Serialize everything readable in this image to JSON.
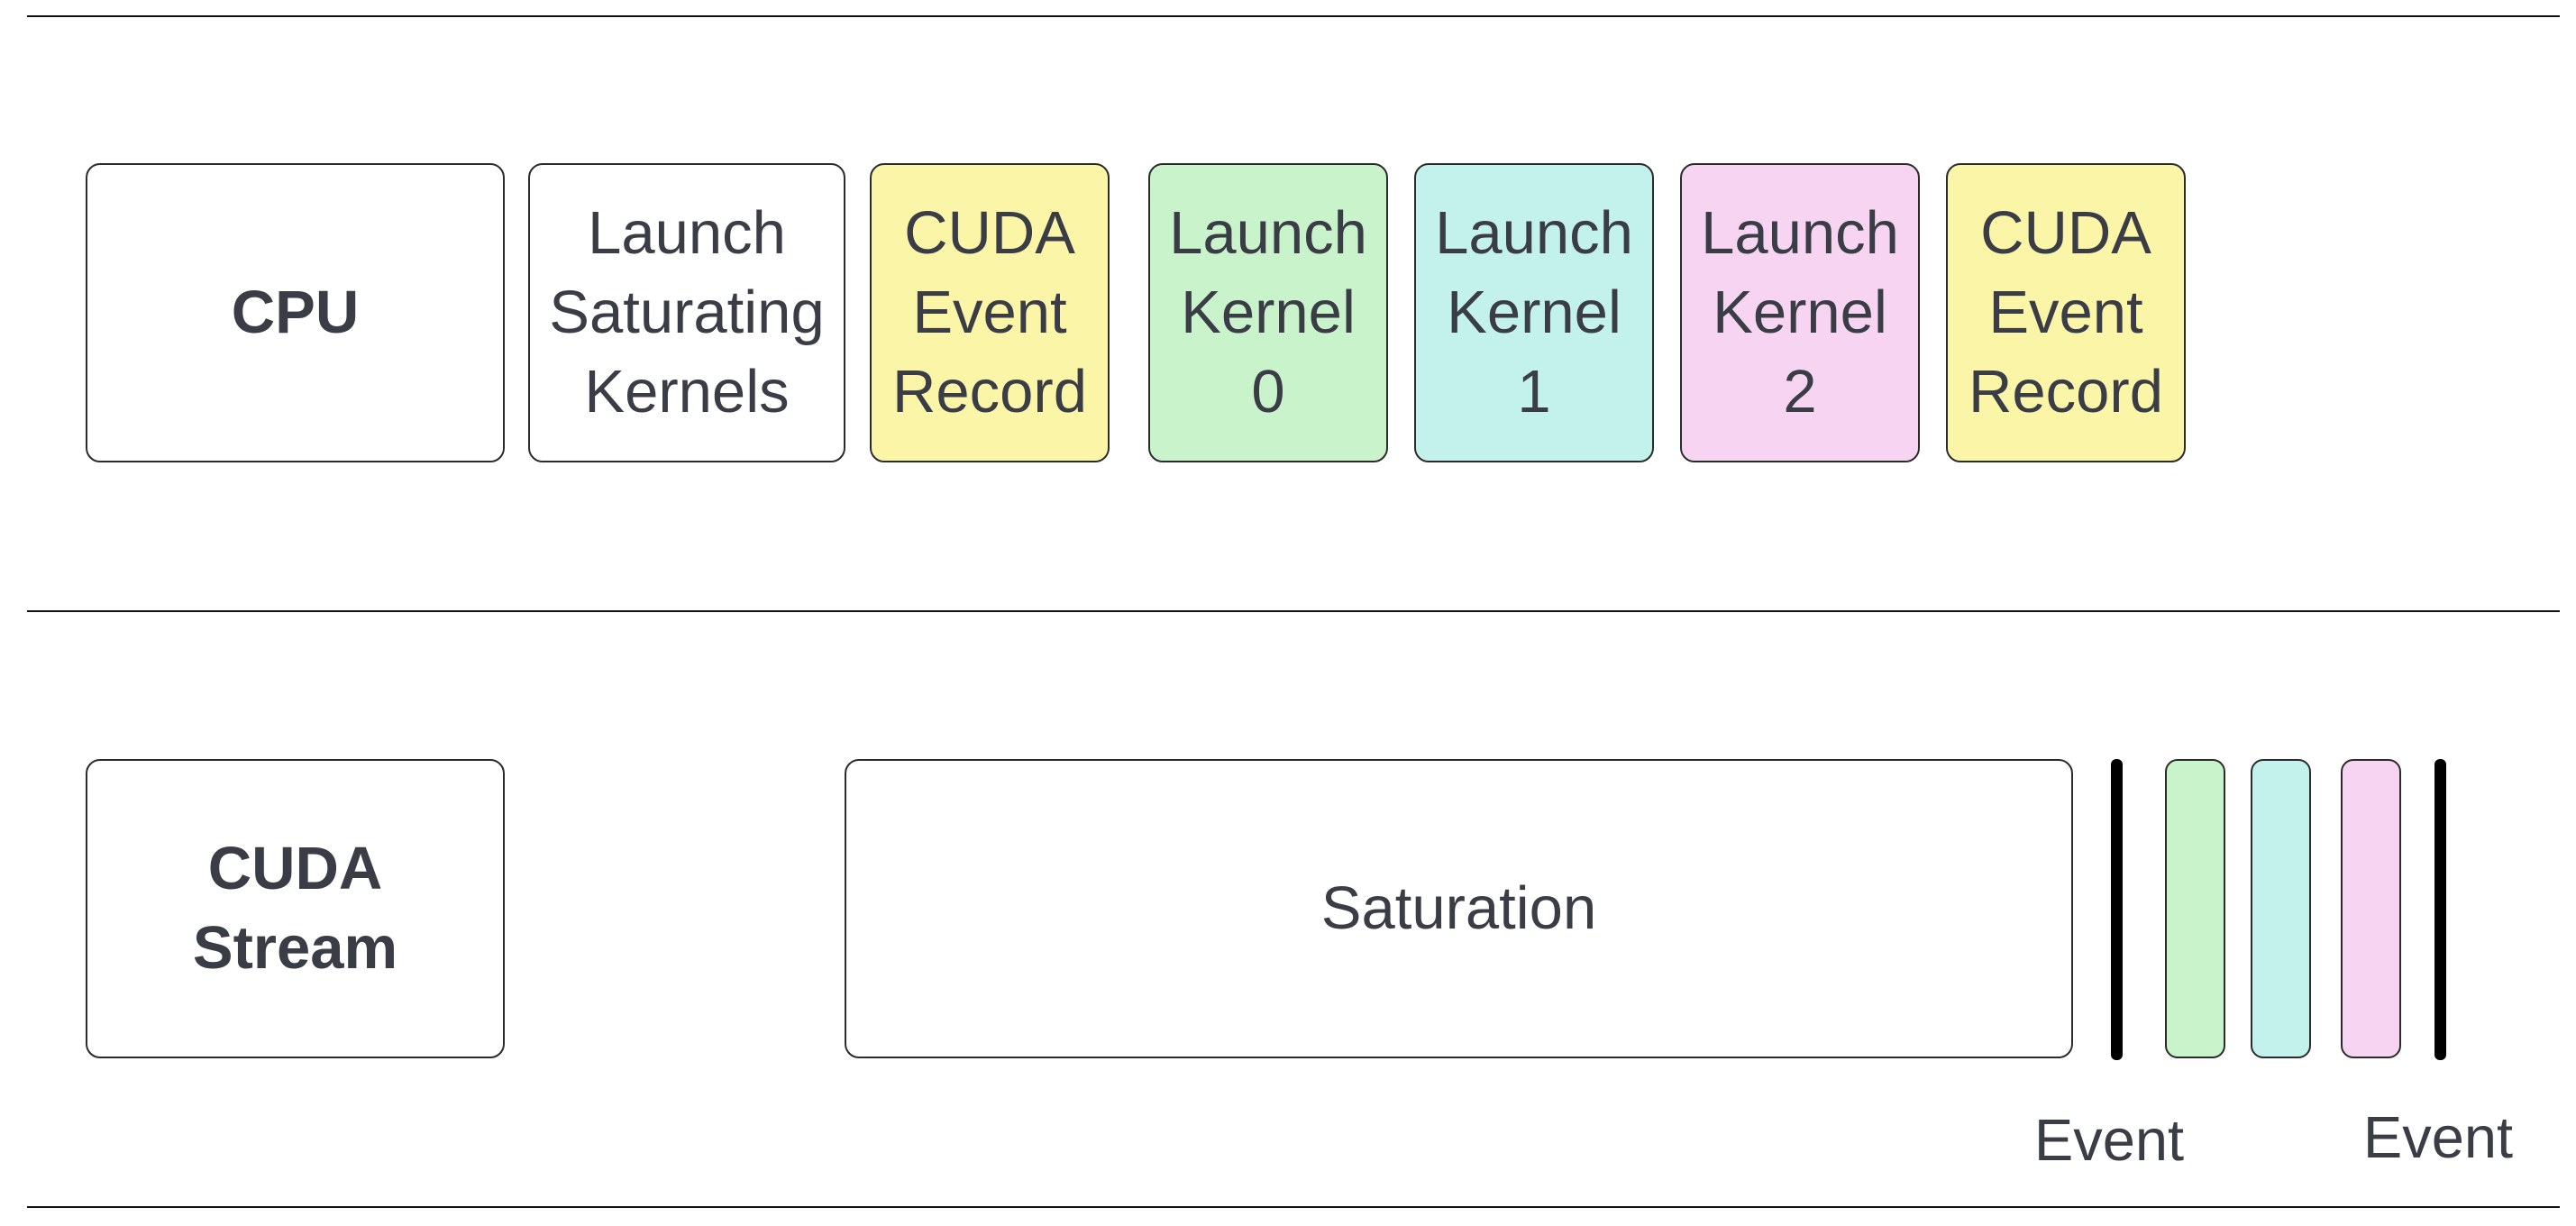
{
  "colors": {
    "white": "#ffffff",
    "yellow": "#fbf5a8",
    "green": "#c9f3cb",
    "cyan": "#c3f1ec",
    "pink": "#f7d5f2",
    "line": "#111111",
    "event": "#000000"
  },
  "cpu_row": {
    "label": "CPU",
    "steps": [
      {
        "text": "Launch\nSaturating\nKernels",
        "color": "white"
      },
      {
        "text": "CUDA\nEvent\nRecord",
        "color": "yellow"
      },
      {
        "text": "Launch\nKernel\n0",
        "color": "green"
      },
      {
        "text": "Launch\nKernel\n1",
        "color": "cyan"
      },
      {
        "text": "Launch\nKernel\n2",
        "color": "pink"
      },
      {
        "text": "CUDA\nEvent\nRecord",
        "color": "yellow"
      }
    ]
  },
  "stream_row": {
    "label": "CUDA\nStream",
    "saturation": "Saturation",
    "kernels": [
      {
        "kernel": 0,
        "color": "green"
      },
      {
        "kernel": 1,
        "color": "cyan"
      },
      {
        "kernel": 2,
        "color": "pink"
      }
    ],
    "events": [
      "Event",
      "Event"
    ]
  }
}
